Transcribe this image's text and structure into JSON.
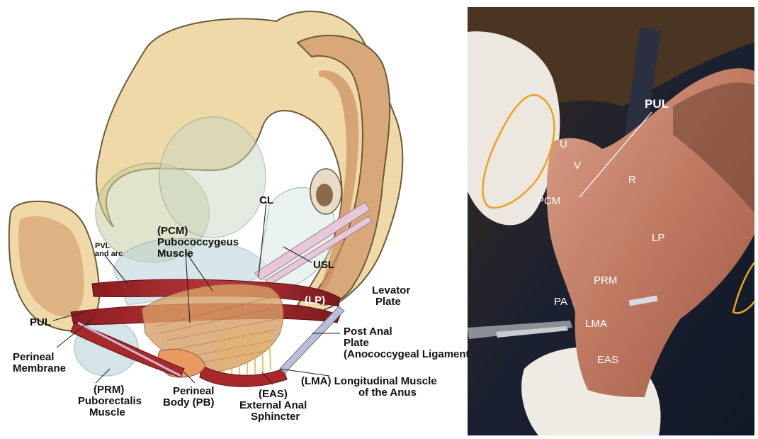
{
  "diagram": {
    "labels": {
      "pcm_abbr": "(PCM)",
      "pcm_name_1": "Pubococcygeus",
      "pcm_name_2": "Muscle",
      "cl": "CL",
      "usl": "USL",
      "pvl_1": "PVL",
      "pvl_2": "and arc",
      "lp_abbr": "(LP)",
      "levator_1": "Levator",
      "levator_2": "Plate",
      "pul": "PUL",
      "perineal_membrane_1": "Perineal",
      "perineal_membrane_2": "Membrane",
      "post_anal_1": "Post Anal",
      "post_anal_2": "Plate",
      "post_anal_3": "(Anococcygeal Ligament)",
      "lma_line_1": "(LMA) Longitudinal Muscle",
      "lma_line_2": "of the Anus",
      "prm_abbr": "(PRM)",
      "prm_name_1": "Puborectalis",
      "prm_name_2": "Muscle",
      "pb_1": "Perineal",
      "pb_2": "Body (PB)",
      "eas_abbr": "(EAS)",
      "eas_name_1": "External Anal",
      "eas_name_2": "Sphincter"
    }
  },
  "photo": {
    "labels": {
      "pul": "PUL",
      "u": "U",
      "v": "V",
      "r": "R",
      "pcm": "PCM",
      "lp": "LP",
      "prm": "PRM",
      "pa": "PA",
      "lma": "LMA",
      "eas": "EAS"
    }
  },
  "colors": {
    "bone": "#f0d9a8",
    "bone_edge": "#6b5a3a",
    "bone_marrow": "#d9a878",
    "muscle": "#a8282c",
    "muscle_dark": "#7a1a1e",
    "pcm_fan": "#c8c48a",
    "ligament": "#e8c8d8",
    "tissue": "#c9826a",
    "highlight": "#f0a020"
  }
}
